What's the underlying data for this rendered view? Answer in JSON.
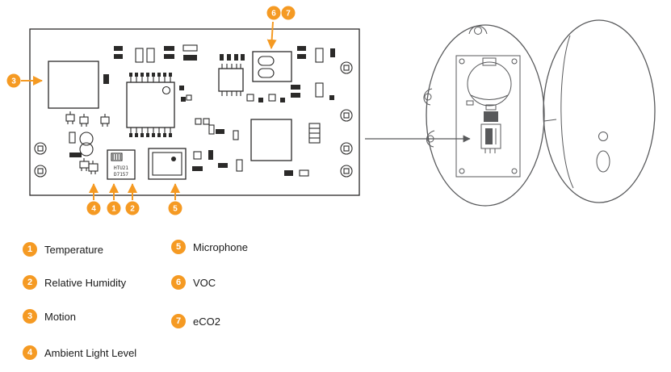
{
  "colors": {
    "accent": "#F59A23",
    "ink": "#2B2A29",
    "gray": "#58595B",
    "bg": "#FFFFFF",
    "text": "#1A1A1A"
  },
  "board": {
    "chip_label_line1": "HTU21",
    "chip_label_line2": "D7157"
  },
  "legend": {
    "left": [
      {
        "num": "1",
        "label": "Temperature"
      },
      {
        "num": "2",
        "label": "Relative Humidity"
      },
      {
        "num": "3",
        "label": "Motion"
      },
      {
        "num": "4",
        "label": "Ambient Light Level"
      }
    ],
    "right": [
      {
        "num": "5",
        "label": "Microphone"
      },
      {
        "num": "6",
        "label": "VOC"
      },
      {
        "num": "7",
        "label": "eCO2"
      }
    ]
  }
}
